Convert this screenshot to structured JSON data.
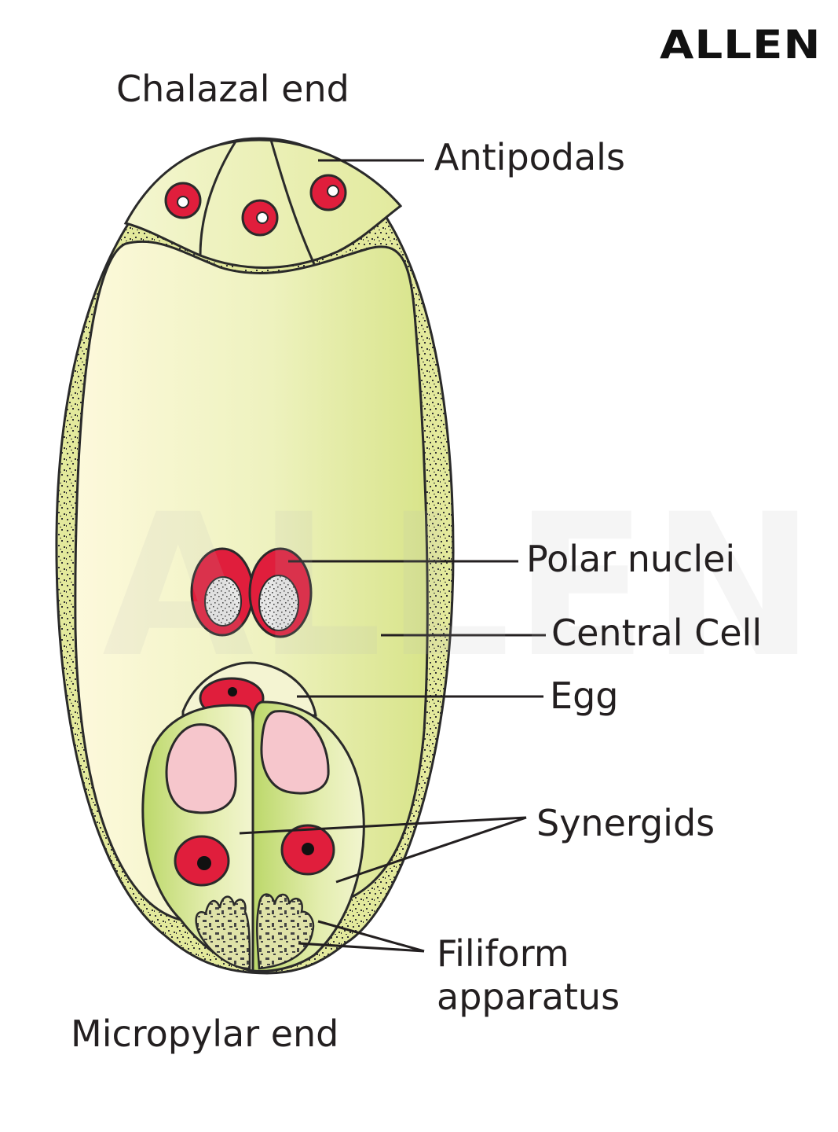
{
  "brand": {
    "logo_text": "ALLEN",
    "watermark_text": "ALLEN"
  },
  "labels": {
    "chalazal_end": "Chalazal end",
    "antipodals": "Antipodals",
    "polar_nuclei": "Polar nuclei",
    "central_cell": "Central Cell",
    "egg": "Egg",
    "synergids": "Synergids",
    "filiform_line1": "Filiform",
    "filiform_line2": "apparatus",
    "micropylar_end": "Micropylar end"
  },
  "colors": {
    "cell_fill": "#eef3b8",
    "wall_fill": "#dfe78f",
    "synergid_fill": "#c9df78",
    "nucleus_red": "#e01e3c",
    "vacuole_pink": "#f6c6cc",
    "outline": "#2a2a2a"
  }
}
